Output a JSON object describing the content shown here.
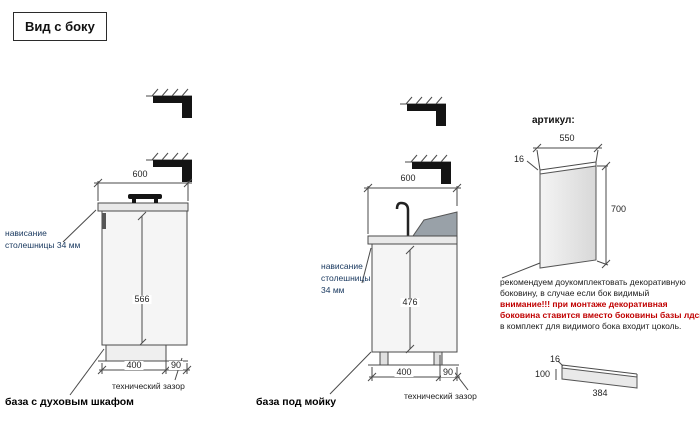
{
  "title": "Вид с боку",
  "colors": {
    "label_blue": "#17375e",
    "warning_red": "#c00000"
  },
  "oven_base": {
    "caption": "база с духовым шкафом",
    "dim_top": "600",
    "dim_height": "566",
    "dim_depth": "400",
    "dim_gap": "90",
    "overhang_line1": "нависание",
    "overhang_line2": "столешницы 34 мм",
    "gap_label": "технический зазор"
  },
  "sink_base": {
    "caption": "база под мойку",
    "dim_top": "600",
    "dim_height": "476",
    "dim_depth": "400",
    "dim_gap": "90",
    "overhang_line1": "нависание",
    "overhang_line2": "столешницы",
    "overhang_line3": "34 мм",
    "gap_label": "технический зазор"
  },
  "panel": {
    "header": "артикул:",
    "dim_width": "550",
    "dim_thickness": "16",
    "dim_height": "700",
    "note_line1": "рекомендуем доукомплектовать декоративную",
    "note_line2": "боковину, в случае если бок видимый",
    "warn_line1": "внимание!!! при монтаже декоративная",
    "warn_line2": "боковина ставится вместо боковины базы лдсп",
    "note_line3": "в комплект для видимого бока входит цоколь."
  },
  "plinth": {
    "dim_height": "100",
    "dim_thickness": "16",
    "dim_length": "384"
  }
}
